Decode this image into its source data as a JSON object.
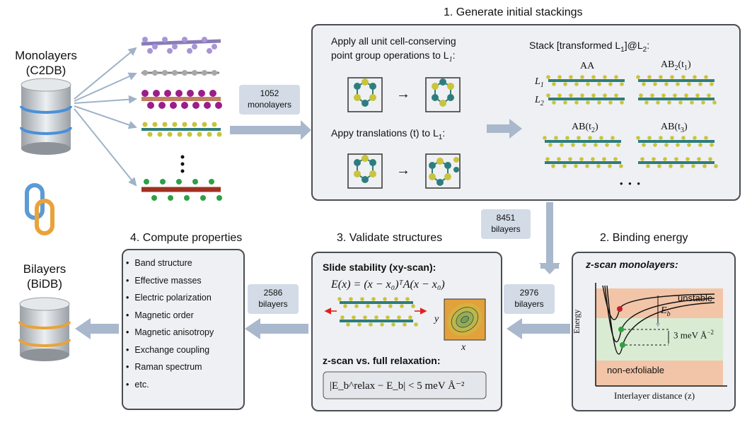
{
  "colors": {
    "arrow": "#a9b8cc",
    "panel_bg": "#eef0f3",
    "tag_bg": "#d3dbe6",
    "unstable": "#f2c5a8",
    "stable": "#d9ecd3",
    "teal": "#2e7d7d",
    "yellow": "#c9c43a",
    "purple": "#9c8cc8",
    "magenta": "#9b1d8c",
    "green_atom": "#2ea043",
    "red_atom": "#a03020",
    "chain_blue": "#5b9bd5",
    "chain_orange": "#e8a33a"
  },
  "left": {
    "monolayers_line1": "Monolayers",
    "monolayers_line2": "(C2DB)",
    "bilayers_line1": "Bilayers",
    "bilayers_line2": "(BiDB)"
  },
  "tags": {
    "t1052_num": "1052",
    "t1052_unit": "monolayers",
    "t8451_num": "8451",
    "t8451_unit": "bilayers",
    "t2976_num": "2976",
    "t2976_unit": "bilayers",
    "t2586_num": "2586",
    "t2586_unit": "bilayers"
  },
  "step1": {
    "title": "1. Generate initial stackings",
    "apply_line1": "Apply all unit cell-conserving",
    "apply_line2": "point group operations to L",
    "apply_sub": "1",
    "apply_end": ":",
    "appy_text": "Appy translations (t) to L",
    "appy_sub": "1",
    "appy_end": ":",
    "stack_text": "Stack [transformed L",
    "stack_sub1": "1",
    "stack_mid": "]@L",
    "stack_sub2": "2",
    "stack_end": ":",
    "aa": "AA",
    "ab_t1": "AB",
    "ab_t1_sub": "2",
    "ab_t1_arg": "(t",
    "ab_t1_argsub": "1",
    "ab_t1_close": ")",
    "ab_t2": "AB(t",
    "ab_t2_sub": "2",
    "ab_t2_close": ")",
    "ab_t3": "AB(t",
    "ab_t3_sub": "3",
    "ab_t3_close": ")",
    "l1": "L",
    "l1_sub": "1",
    "l2": "L",
    "l2_sub": "2",
    "dots": "• • •",
    "arrow": "→"
  },
  "step2": {
    "title": "2. Binding energy",
    "zscan": "z-scan monolayers:",
    "unstable": "unstable",
    "eb": "E",
    "eb_sub": "b",
    "threshold": "3 meV Å",
    "threshold_sup": "−2",
    "nonexf": "non-exfoliable",
    "ylabel": "Energy",
    "xlabel": "Interlayer distance (z)"
  },
  "step3": {
    "title": "3. Validate structures",
    "slide": "Slide stability (xy-scan):",
    "formula": "E(x) = (x − x₀)ᵀA(x − x₀)",
    "x_axis": "x",
    "y_axis": "y",
    "zscan_full": "z-scan vs. full relaxation:",
    "criterion": "|E_b^relax − E_b| < 5 meV Å⁻²"
  },
  "step4": {
    "title": "4. Compute properties",
    "items": [
      "Band structure",
      "Effective masses",
      "Electric polarization",
      "Magnetic order",
      "Magnetic anisotropy",
      "Exchange coupling",
      "Raman spectrum",
      "etc."
    ]
  }
}
